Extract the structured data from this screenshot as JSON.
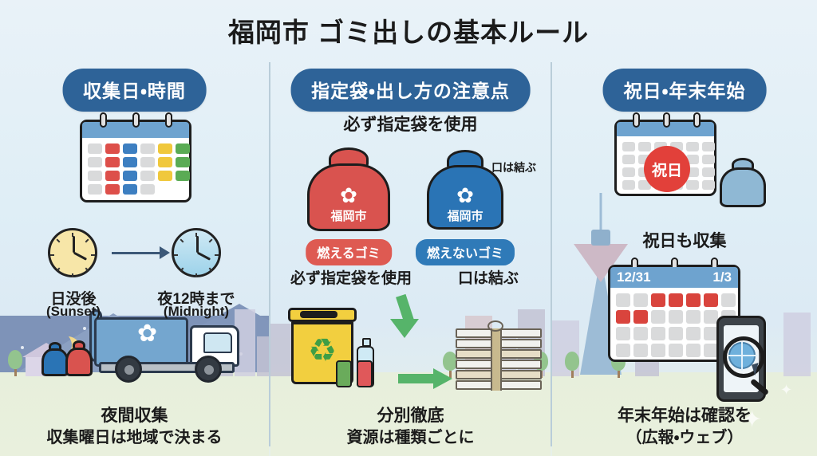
{
  "title": "福岡市 ゴミ出しの基本ルール",
  "colors": {
    "pill_bg": "#2e6398",
    "badge_burnable": "#de5a52",
    "badge_nonburnable": "#2f7ab8",
    "bag_red": "#d9534f",
    "bag_blue": "#2a74b5",
    "bin_yellow": "#f2cf3f",
    "arrow_green": "#56b46a",
    "holiday_red": "#e2403a",
    "divider": "#b9cdd9"
  },
  "columns": [
    {
      "id": "collection-day-time",
      "header": "収集日・時間",
      "calendar_icon": "calendar-icon",
      "clocks": [
        {
          "icon": "clock-sunset-icon",
          "label_jp": "日没後",
          "label_en": "(Sunset)"
        },
        {
          "icon": "clock-midnight-icon",
          "label_jp": "夜12時まで",
          "label_en": "(Midnight)"
        }
      ],
      "arrow_icon": "right-arrow-icon",
      "scene_icons": [
        "moon-icon",
        "garbage-truck-icon",
        "trash-bag-icon"
      ],
      "footer_main": "夜間収集",
      "footer_sub": "収集曜日は地域で決まる"
    },
    {
      "id": "designated-bag-notes",
      "header": "指定袋・出し方の注意点",
      "heading": "必ず指定袋を使用",
      "note": "口は結ぶ",
      "bags": [
        {
          "icon": "red-bag-icon",
          "city": "福岡市",
          "emblem": "fukuoka-emblem-icon",
          "badge": "燃えるゴミ",
          "caption": "必ず指定袋を使用"
        },
        {
          "icon": "blue-bag-icon",
          "city": "福岡市",
          "emblem": "fukuoka-emblem-icon",
          "badge": "燃えないゴミ",
          "caption": "口は結ぶ"
        }
      ],
      "scene_icons": [
        "recycle-bin-icon",
        "bottle-icon",
        "can-icon",
        "newspaper-bundle-icon",
        "green-arrow-icon"
      ],
      "footer_main": "分別徹底",
      "footer_sub": "資源は種類ごとに"
    },
    {
      "id": "holidays-year-end",
      "header": "祝日・年末年始",
      "holiday_badge": "祝日",
      "holiday_caption": "祝日も収集",
      "yearend_calendar": {
        "start_label": "12/31",
        "end_label": "1/3"
      },
      "scene_icons": [
        "fukuoka-tower-icon",
        "smartphone-icon",
        "globe-icon",
        "magnifier-icon",
        "trash-bag-icon"
      ],
      "footer_main": "年末年始は確認を",
      "footer_sub": "（広報・ウェブ）"
    }
  ]
}
